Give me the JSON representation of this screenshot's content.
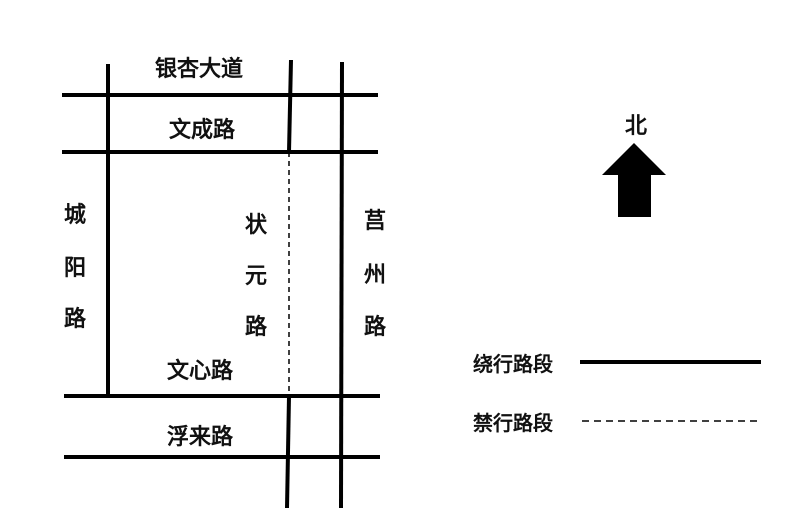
{
  "roads": {
    "yinxing": "银杏大道",
    "wencheng": "文成路",
    "wenxin": "文心路",
    "fulai": "浮来路",
    "chengyang": [
      "城",
      "阳",
      "路"
    ],
    "zhuangyuan": [
      "状",
      "元",
      "路"
    ],
    "juzhou": [
      "莒",
      "州",
      "路"
    ]
  },
  "north": {
    "label": "北",
    "icon": "north-arrow-icon"
  },
  "legend": {
    "detour_label": "绕行路段",
    "closed_label": "禁行路段"
  },
  "colors": {
    "line": "#000000",
    "background": "#ffffff"
  }
}
